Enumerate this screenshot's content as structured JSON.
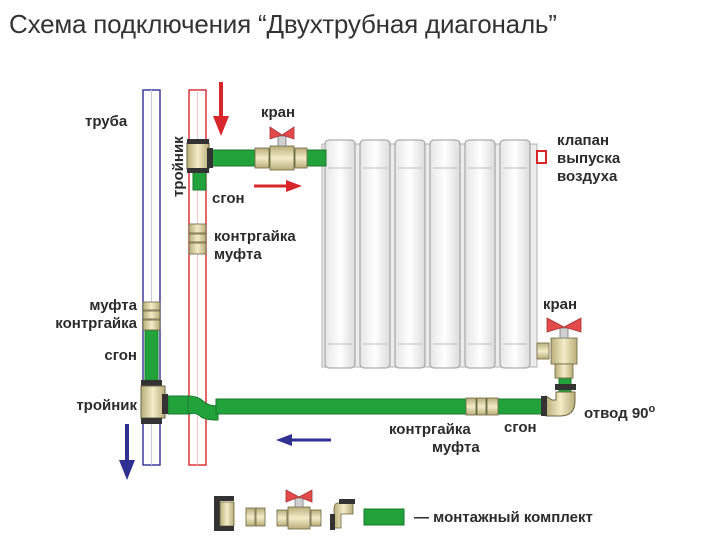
{
  "title": "Схема подключения “Двухтрубная диагональ”",
  "labels": {
    "pipe": "труба",
    "tee_top": "тройник",
    "valve_top": "кран",
    "air_valve_1": "клапан",
    "air_valve_2": "выпуска",
    "air_valve_3": "воздуха",
    "nipple_top": "сгон",
    "locknut_top": "контргайка",
    "coupling_top": "муфта",
    "coupling_left": "муфта",
    "locknut_left": "контргайка",
    "nipple_left": "сгон",
    "tee_bottom": "тройник",
    "valve_right": "кран",
    "elbow": "отвод 90",
    "elbow_degree": "o",
    "locknut_bottom": "контргайка",
    "coupling_bottom": "муфта",
    "nipple_bottom": "сгон"
  },
  "legend": {
    "text": "— монтажный комплект"
  },
  "colors": {
    "pipe_green": "#22a23a",
    "pipe_green_dark": "#1a7a2c",
    "supply_red": "#d8262b",
    "return_blue": "#2e3192",
    "fitting_brass": "#e8dca6",
    "fitting_dark": "#333333",
    "valve_handle": "#e24a4a",
    "radiator_fill": "#ffffff",
    "radiator_stroke": "#9a9a9a"
  }
}
